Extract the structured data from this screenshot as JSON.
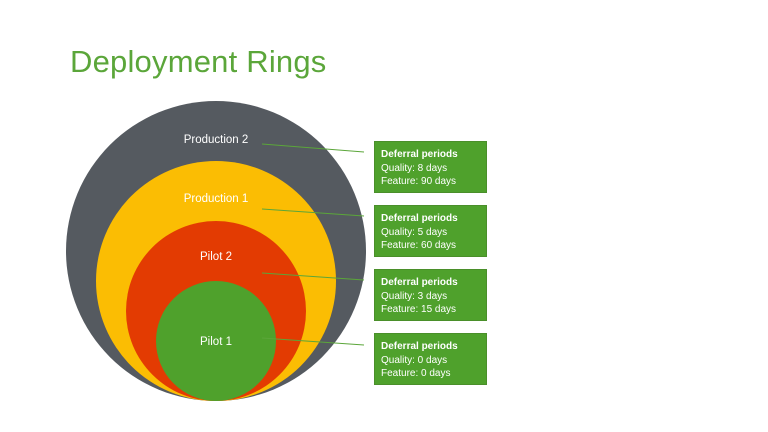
{
  "slide": {
    "title": "Deployment Rings"
  },
  "colors": {
    "title": "#5ba63a",
    "ring_production2": "#555a60",
    "ring_production1": "#fbbd03",
    "ring_pilot2": "#e33b02",
    "ring_pilot1": "#4fa12c",
    "box_fill": "#4fa12c",
    "connector": "#5ba63a"
  },
  "rings": [
    {
      "label": "Production 2"
    },
    {
      "label": "Production 1"
    },
    {
      "label": "Pilot 2"
    },
    {
      "label": "Pilot 1"
    }
  ],
  "deferrals": [
    {
      "heading": "Deferral periods",
      "quality": "Quality: 8 days",
      "feature": "Feature: 90 days"
    },
    {
      "heading": "Deferral periods",
      "quality": "Quality: 5 days",
      "feature": "Feature: 60 days"
    },
    {
      "heading": "Deferral periods",
      "quality": "Quality: 3 days",
      "feature": "Feature: 15 days"
    },
    {
      "heading": "Deferral periods",
      "quality": "Quality: 0 days",
      "feature": "Feature: 0 days"
    }
  ]
}
